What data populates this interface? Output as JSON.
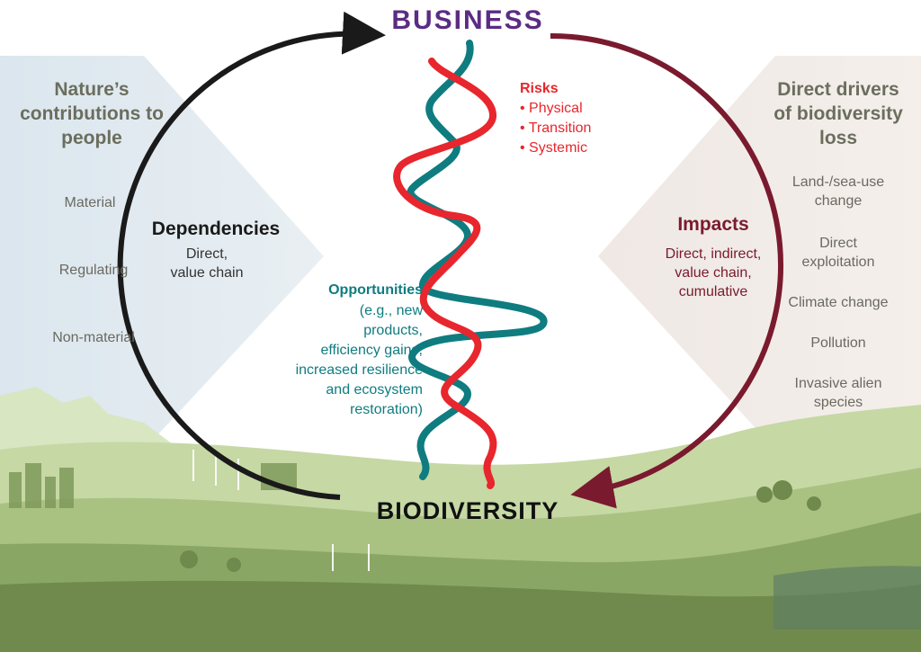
{
  "title_top": "BUSINESS",
  "title_bottom": "BIODIVERSITY",
  "left_panel": {
    "heading": [
      "Nature’s",
      "contributions to",
      "people"
    ],
    "items": [
      "Material",
      "Regulating",
      "Non-material"
    ]
  },
  "right_panel": {
    "heading": [
      "Direct drivers",
      "of biodiversity",
      "loss"
    ],
    "items": [
      [
        "Land-/sea-use",
        "change"
      ],
      [
        "Direct",
        "exploitation"
      ],
      [
        "Climate change"
      ],
      [
        "Pollution"
      ],
      [
        "Invasive alien",
        "species"
      ]
    ]
  },
  "dependencies": {
    "title": "Dependencies",
    "sub": [
      "Direct,",
      "value chain"
    ]
  },
  "impacts": {
    "title": "Impacts",
    "sub": [
      "Direct, indirect,",
      "value chain,",
      "cumulative"
    ]
  },
  "risks": {
    "title": "Risks",
    "items": [
      "• Physical",
      "• Transition",
      "• Systemic"
    ]
  },
  "opportunities": {
    "title": "Opportunities",
    "sub": [
      "(e.g., new",
      "products,",
      "efficiency gains,",
      "increased resilience",
      "and ecosystem",
      "restoration)"
    ]
  },
  "colors": {
    "business": "#5b2c83",
    "risk": "#e8262d",
    "opportunity": "#0f7c80",
    "impact": "#7a1a2e",
    "dependency": "#1a1a1a",
    "land_light": "#c6d8a4",
    "land_dark": "#7f9a5c"
  }
}
